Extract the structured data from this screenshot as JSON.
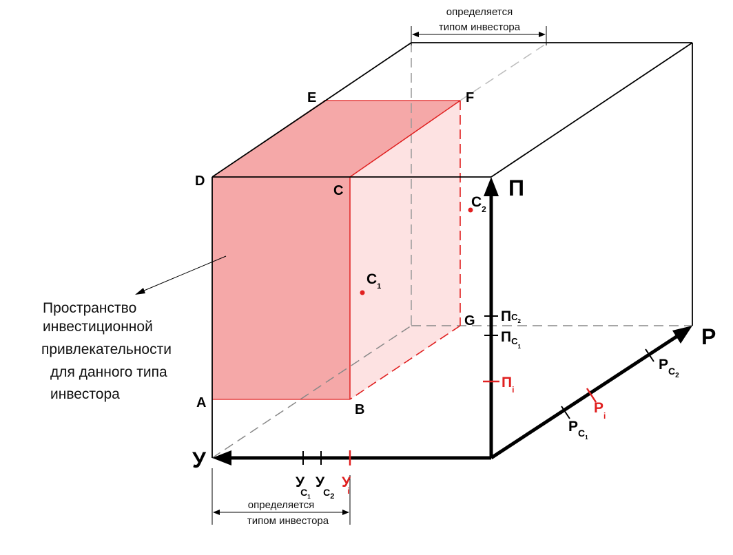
{
  "dims": {
    "top_label_line1": "определяется",
    "top_label_line2": "типом инвестора",
    "bottom_label_line1": "определяется",
    "bottom_label_line2": "типом инвестора"
  },
  "points": {
    "A": "A",
    "B": "B",
    "C": "C",
    "D": "D",
    "E": "E",
    "F": "F",
    "G": "G"
  },
  "axes": {
    "u": "У",
    "p": "П",
    "r": "Р"
  },
  "companies": {
    "c1_main": "С",
    "c1_sub": "1",
    "c2_main": "С",
    "c2_sub": "2"
  },
  "ticks": {
    "u_main": "У",
    "r_main": "Р",
    "p_main": "П",
    "sub_c": "С",
    "sub_1": "1",
    "sub_2": "2",
    "sub_i": "i"
  },
  "caption": {
    "line1": "Пространство",
    "line2": "инвестиционной",
    "line3": "привлекательности",
    "line4": "для данного типа",
    "line5": "инвестора"
  },
  "colors": {
    "front_region": "#f5a8a8",
    "side_region": "#fde2e2",
    "highlight": "#e02020",
    "axis": "#000000",
    "hidden_edge": "#888888"
  }
}
